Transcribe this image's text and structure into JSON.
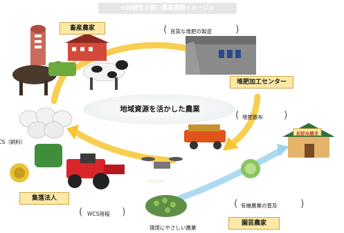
{
  "title_banner": "≪持続性の高い農業展開イメージ≫",
  "center_label": "地域資源を活かした農業",
  "tags": {
    "livestock_farmer": "畜産農家",
    "compost_center": "堆肥加工センター",
    "community_farm": "集落法人",
    "horticulture_farmer": "園芸農家"
  },
  "notes": {
    "compost_production": "良質な堆肥の製造",
    "compost_spreading": "堆肥散布",
    "organic_farming": "有機農業の普及",
    "wcs_rice": "WCS用稲",
    "wcs_feed": "WCS（飼料）",
    "eco_farming": "環境にやさしい農業"
  },
  "shop_sign": "お好み焼き",
  "colors": {
    "arrow_orange": "#f7c533",
    "arrow_blue": "#9fd3ef",
    "tag_fill": "#fde9a6",
    "banner_fill": "#e6e6e6"
  }
}
